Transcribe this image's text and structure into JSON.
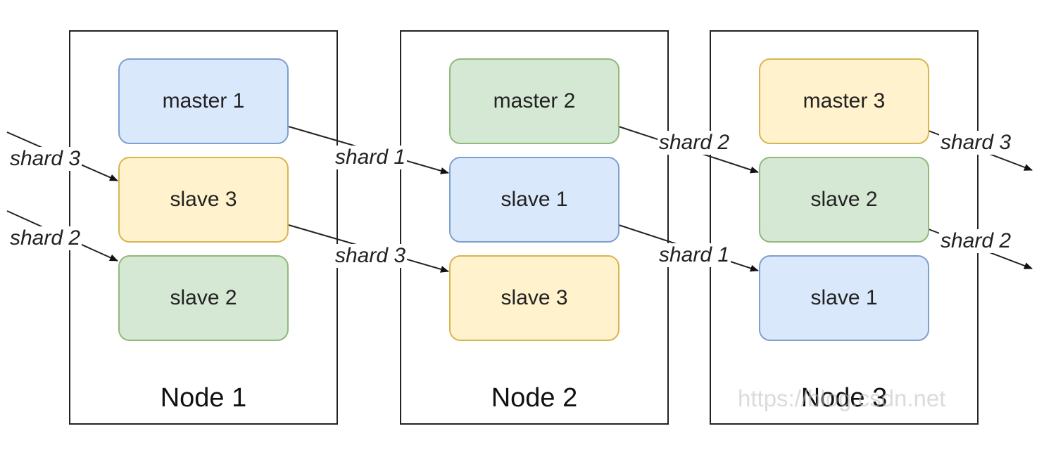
{
  "colors": {
    "blue": "#dae8fc",
    "green": "#d5e8d4",
    "yellow": "#fff2cc",
    "line": "#222222"
  },
  "nodes": [
    {
      "label": "Node 1",
      "shards": [
        {
          "label": "master 1",
          "color": "blue"
        },
        {
          "label": "slave 3",
          "color": "yellow"
        },
        {
          "label": "slave 2",
          "color": "green"
        }
      ]
    },
    {
      "label": "Node 2",
      "shards": [
        {
          "label": "master 2",
          "color": "green"
        },
        {
          "label": "slave 1",
          "color": "blue"
        },
        {
          "label": "slave 3",
          "color": "yellow"
        }
      ]
    },
    {
      "label": "Node 3",
      "shards": [
        {
          "label": "master 3",
          "color": "yellow"
        },
        {
          "label": "slave 2",
          "color": "green"
        },
        {
          "label": "slave 1",
          "color": "blue"
        }
      ]
    }
  ],
  "edges": [
    {
      "label": "shard 3",
      "from": "left-edge",
      "to": "Node 1 / slave 3"
    },
    {
      "label": "shard 2",
      "from": "left-edge",
      "to": "Node 1 / slave 2"
    },
    {
      "label": "shard 1",
      "from": "Node 1 / master 1",
      "to": "Node 2 / slave 1"
    },
    {
      "label": "shard 3",
      "from": "Node 1 / slave 3",
      "to": "Node 2 / slave 3"
    },
    {
      "label": "shard 2",
      "from": "Node 2 / master 2",
      "to": "Node 3 / slave 2"
    },
    {
      "label": "shard 1",
      "from": "Node 2 / slave 1",
      "to": "Node 3 / slave 1"
    },
    {
      "label": "shard 3",
      "from": "Node 3 / master 3",
      "to": "right-edge"
    },
    {
      "label": "shard 2",
      "from": "Node 3 / slave 2",
      "to": "right-edge"
    }
  ],
  "watermark": "https://blog.csdn.net"
}
